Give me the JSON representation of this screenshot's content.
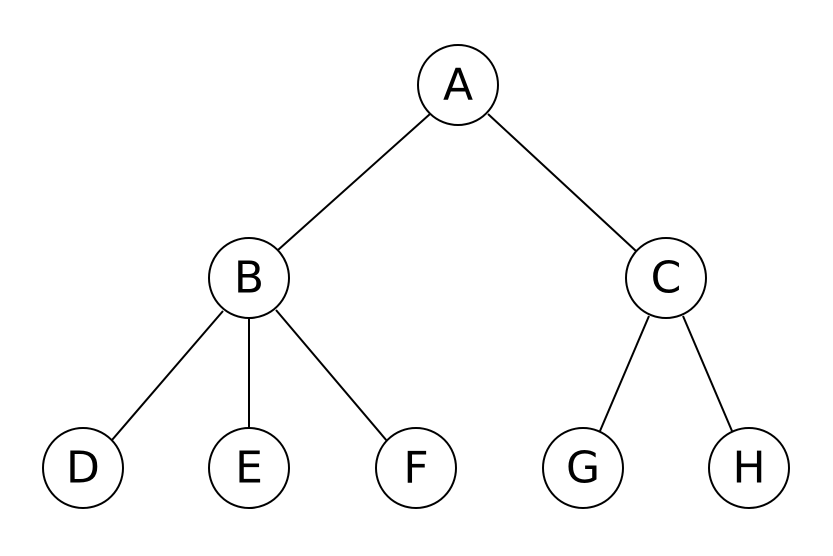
{
  "tree": {
    "nodes": [
      {
        "id": "A",
        "label": "A"
      },
      {
        "id": "B",
        "label": "B"
      },
      {
        "id": "C",
        "label": "C"
      },
      {
        "id": "D",
        "label": "D"
      },
      {
        "id": "E",
        "label": "E"
      },
      {
        "id": "F",
        "label": "F"
      },
      {
        "id": "G",
        "label": "G"
      },
      {
        "id": "H",
        "label": "H"
      }
    ],
    "edges": [
      {
        "from": "A",
        "to": "B"
      },
      {
        "from": "A",
        "to": "C"
      },
      {
        "from": "B",
        "to": "D"
      },
      {
        "from": "B",
        "to": "E"
      },
      {
        "from": "B",
        "to": "F"
      },
      {
        "from": "C",
        "to": "G"
      },
      {
        "from": "C",
        "to": "H"
      }
    ]
  }
}
